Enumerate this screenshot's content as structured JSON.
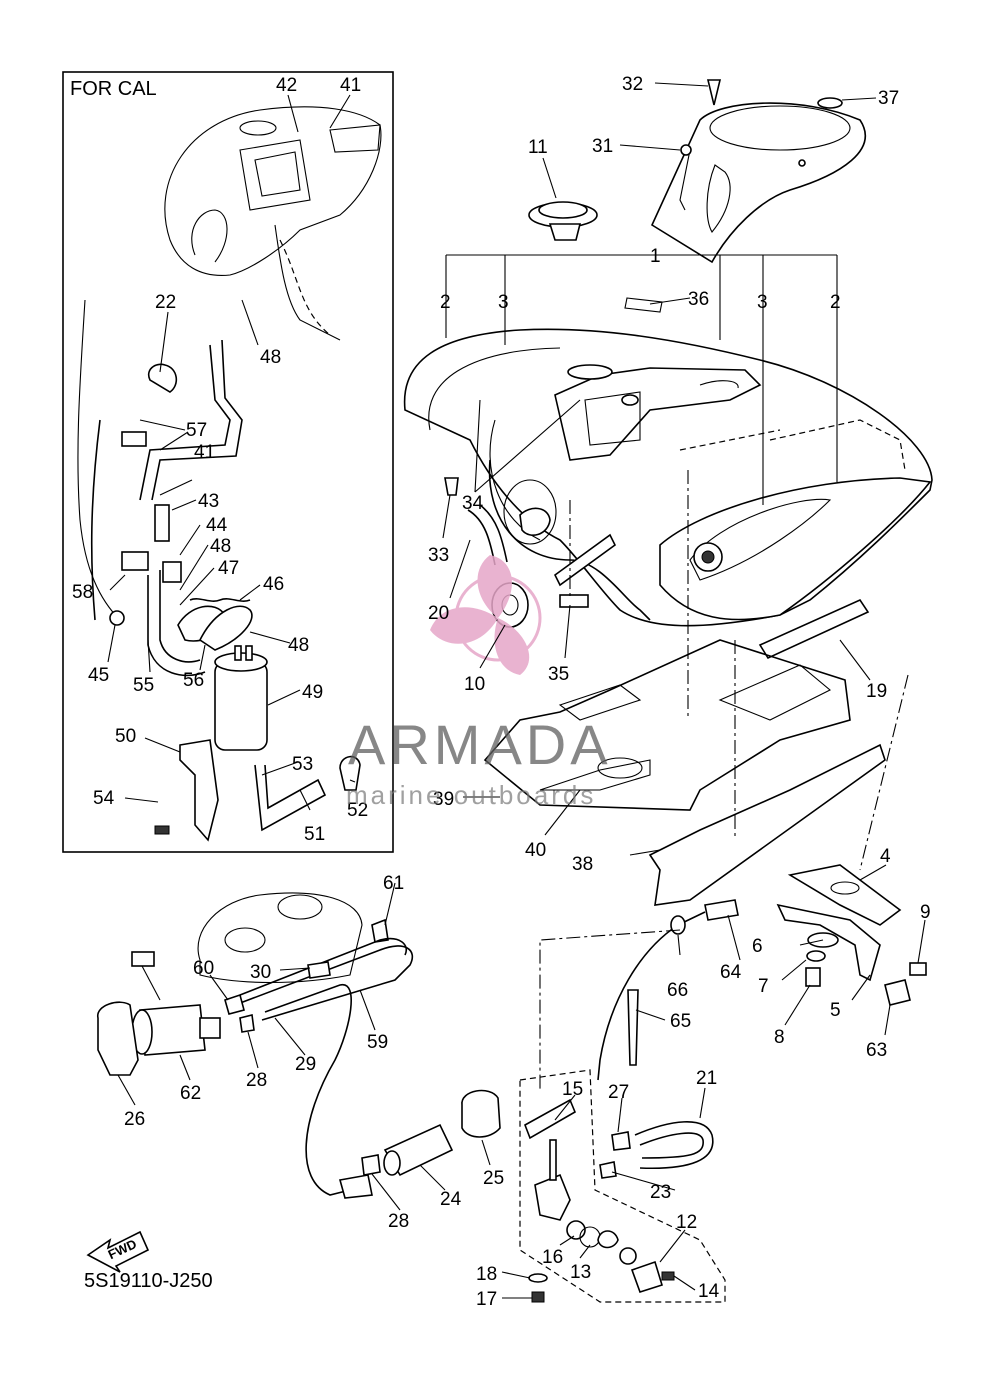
{
  "inset": {
    "title": "FOR CAL"
  },
  "diagram_code": "5S19110-J250",
  "fwd_label": "FWD",
  "watermark": {
    "brand": "ARMADA",
    "subtitle": "marine outboards",
    "logo_color": "#e6a6c8",
    "text_color": "#5f5f5f"
  },
  "callouts": [
    "1",
    "2",
    "2",
    "3",
    "3",
    "4",
    "5",
    "6",
    "7",
    "8",
    "9",
    "10",
    "11",
    "12",
    "13",
    "14",
    "15",
    "16",
    "17",
    "18",
    "19",
    "20",
    "21",
    "22",
    "23",
    "24",
    "25",
    "26",
    "27",
    "28",
    "28",
    "29",
    "30",
    "31",
    "32",
    "33",
    "34",
    "35",
    "36",
    "37",
    "38",
    "39",
    "40",
    "41",
    "41",
    "42",
    "43",
    "44",
    "45",
    "46",
    "47",
    "48",
    "48",
    "48",
    "49",
    "50",
    "51",
    "52",
    "53",
    "54",
    "55",
    "56",
    "57",
    "58",
    "59",
    "60",
    "61",
    "62",
    "63",
    "64",
    "65",
    "66"
  ]
}
